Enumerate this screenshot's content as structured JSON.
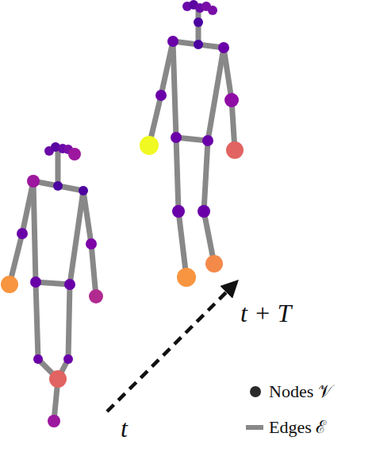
{
  "diagram": {
    "labels": [
      "t",
      "t + T"
    ],
    "legend": [
      {
        "text": "Nodes 𝒱"
      },
      {
        "text": "Edges ℰ"
      }
    ]
  }
}
